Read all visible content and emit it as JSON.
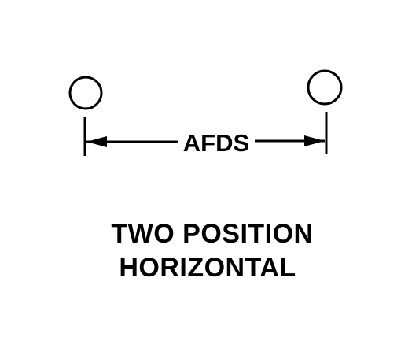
{
  "diagram": {
    "dimension_label": "AFDS",
    "caption": {
      "line1": "TWO POSITION",
      "line2": "HORIZONTAL"
    },
    "icons": {
      "left_position": "position-circle-icon",
      "right_position": "position-circle-icon",
      "left_arrow": "arrowhead-left-icon",
      "right_arrow": "arrowhead-right-icon"
    },
    "colors": {
      "ink": "#000000",
      "background": "#ffffff"
    }
  }
}
